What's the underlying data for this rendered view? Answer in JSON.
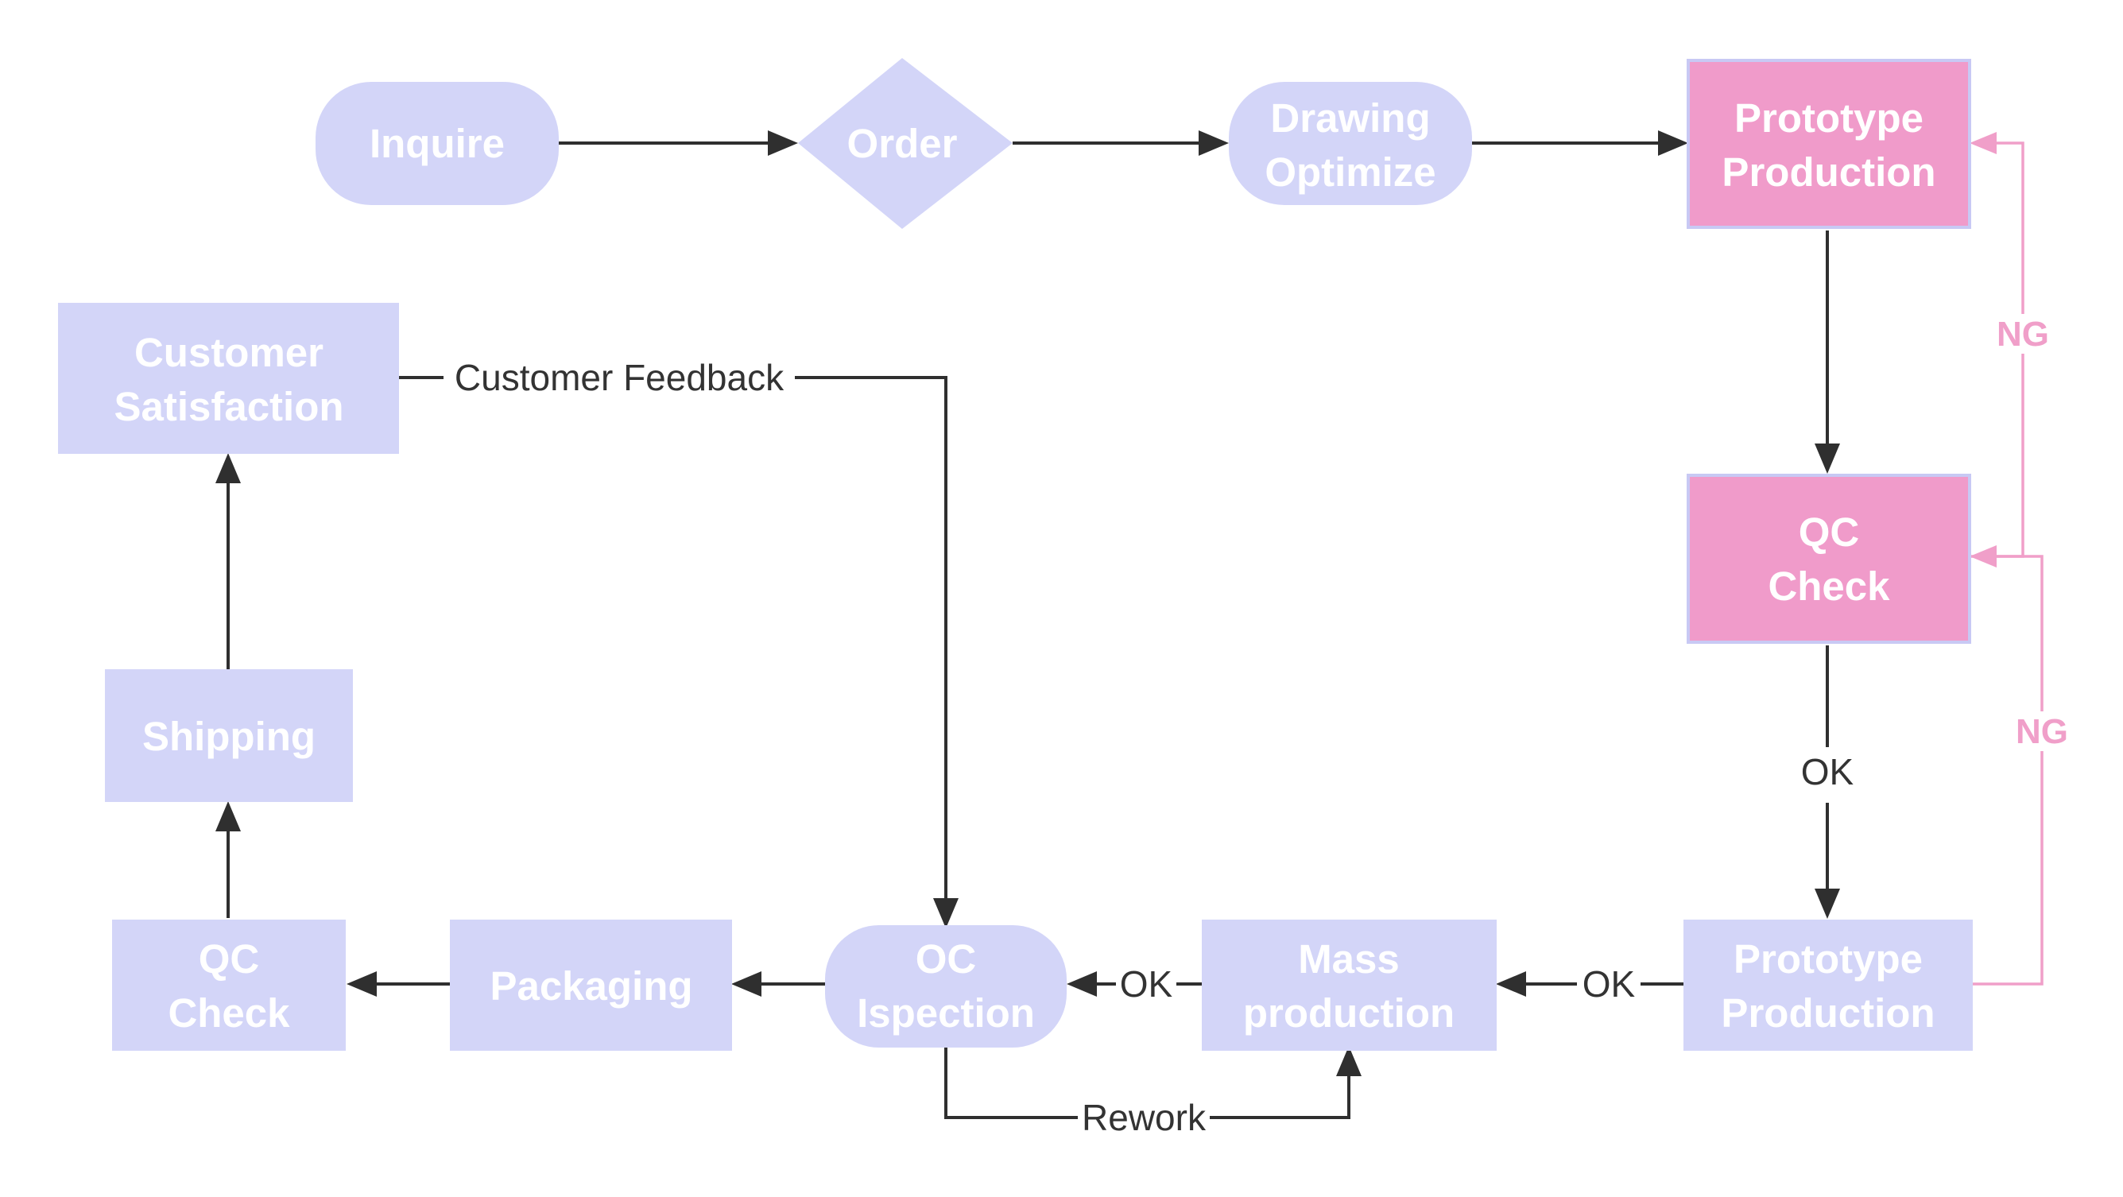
{
  "colors": {
    "node_fill": "#d3d5f8",
    "node_highlight": "#f09bca",
    "node_highlight_border": "#c8c9f4",
    "edge": "#2f2f2f",
    "ng_edge": "#f09fc9",
    "node_text": "#ffffff"
  },
  "nodes": {
    "inquire": {
      "lines": [
        "Inquire"
      ]
    },
    "order": {
      "lines": [
        "Order"
      ]
    },
    "drawing_optimize": {
      "lines": [
        "Drawing",
        "Optimize"
      ]
    },
    "prototype_production_top": {
      "lines": [
        "Prototype",
        "Production"
      ]
    },
    "qc_check_right": {
      "lines": [
        "QC",
        "Check"
      ]
    },
    "prototype_production_bottom": {
      "lines": [
        "Prototype",
        "Production"
      ]
    },
    "mass_production": {
      "lines": [
        "Mass",
        "production"
      ]
    },
    "oc_inspection": {
      "lines": [
        "OC",
        "Ispection"
      ]
    },
    "packaging": {
      "lines": [
        "Packaging"
      ]
    },
    "qc_check_left": {
      "lines": [
        "QC",
        "Check"
      ]
    },
    "shipping": {
      "lines": [
        "Shipping"
      ]
    },
    "customer_satisfaction": {
      "lines": [
        "Customer",
        "Satisfaction"
      ]
    }
  },
  "edge_labels": {
    "customer_feedback": "Customer Feedback",
    "ok_qc_to_proto": "OK",
    "ok_proto_to_mass": "OK",
    "ok_mass_to_oc": "OK",
    "rework": "Rework",
    "ng_upper": "NG",
    "ng_lower": "NG"
  }
}
